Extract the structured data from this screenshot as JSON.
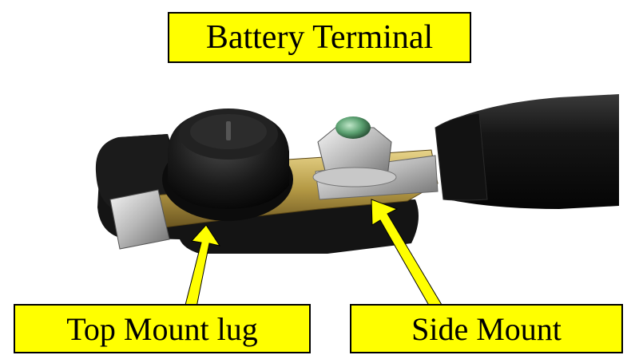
{
  "title": "Battery Terminal",
  "labels": {
    "top_mount": "Top Mount lug",
    "side_mount": "Side Mount"
  },
  "colors": {
    "label_fill": "#ffff00",
    "arrow": "#ffff00",
    "background": "#ffffff"
  }
}
